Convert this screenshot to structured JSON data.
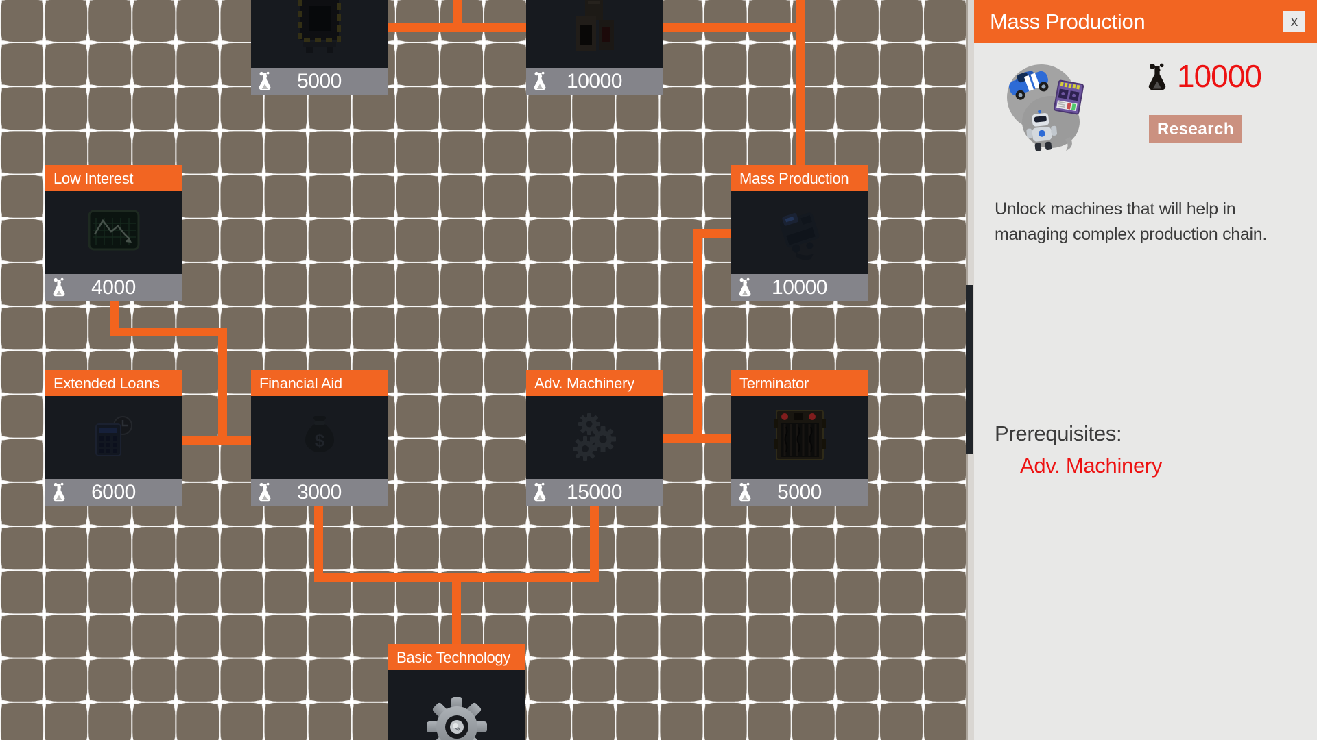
{
  "colors": {
    "accent": "#f26522",
    "cost_red": "#ed1212",
    "grid_bg": "#766b5e"
  },
  "tree": {
    "nodes": [
      {
        "title": "",
        "cost": "5000"
      },
      {
        "title": "",
        "cost": "10000"
      },
      {
        "title": "Low Interest",
        "cost": "4000"
      },
      {
        "title": "Mass Production",
        "cost": "10000"
      },
      {
        "title": "Extended Loans",
        "cost": "6000"
      },
      {
        "title": "Financial Aid",
        "cost": "3000"
      },
      {
        "title": "Adv. Machinery",
        "cost": "15000"
      },
      {
        "title": "Terminator",
        "cost": "5000"
      },
      {
        "title": "Basic Technology",
        "cost": ""
      }
    ]
  },
  "panel": {
    "title": "Mass Production",
    "close_label": "x",
    "cost": "10000",
    "research_label": "Research",
    "description_lines": [
      "Unlock machines that will help in",
      "managing complex production chain."
    ],
    "prerequisites_label": "Prerequisites:",
    "prerequisites_items": [
      "Adv. Machinery"
    ]
  }
}
